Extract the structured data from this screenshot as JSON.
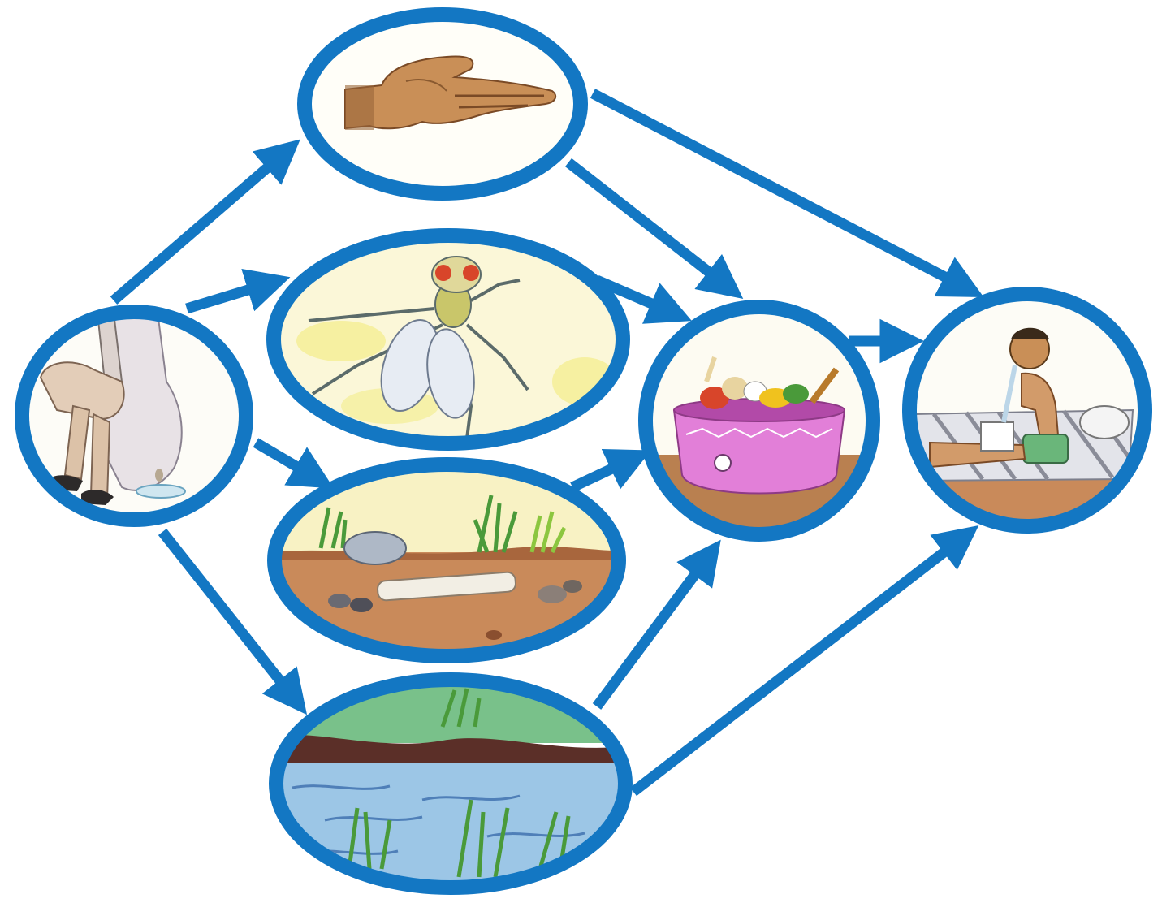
{
  "diagram": {
    "type": "transmission-flow",
    "colors": {
      "accent": "#1377c3",
      "skin": "#c98f57",
      "skin_dark": "#9a6538",
      "soil": "#c98a5a",
      "soil_dark": "#a8663d",
      "grass": "#4a9a3a",
      "grass_light": "#8cc63f",
      "water": "#9cc6e6",
      "water_dark": "#4f7fb8",
      "mud_bank": "#5b2f28",
      "pot": "#e27fd8",
      "pot_dark": "#b24aa8",
      "yellow_wash": "#f4ec8a",
      "ground_leg": "#d9c9b8"
    },
    "nodes": [
      {
        "id": "feces",
        "icon": "person-defecating-icon"
      },
      {
        "id": "fingers",
        "icon": "hand-icon"
      },
      {
        "id": "flies",
        "icon": "fly-icon"
      },
      {
        "id": "fields",
        "icon": "soil-field-icon"
      },
      {
        "id": "fluids",
        "icon": "water-pond-icon"
      },
      {
        "id": "food",
        "icon": "food-pot-icon"
      },
      {
        "id": "host",
        "icon": "sick-person-vomiting-icon"
      }
    ],
    "edges": [
      {
        "from": "feces",
        "to": "fingers"
      },
      {
        "from": "feces",
        "to": "flies"
      },
      {
        "from": "feces",
        "to": "fields"
      },
      {
        "from": "feces",
        "to": "fluids"
      },
      {
        "from": "fingers",
        "to": "food"
      },
      {
        "from": "fingers",
        "to": "host"
      },
      {
        "from": "flies",
        "to": "food"
      },
      {
        "from": "fields",
        "to": "food"
      },
      {
        "from": "fluids",
        "to": "food"
      },
      {
        "from": "fluids",
        "to": "host"
      },
      {
        "from": "food",
        "to": "host"
      }
    ]
  }
}
